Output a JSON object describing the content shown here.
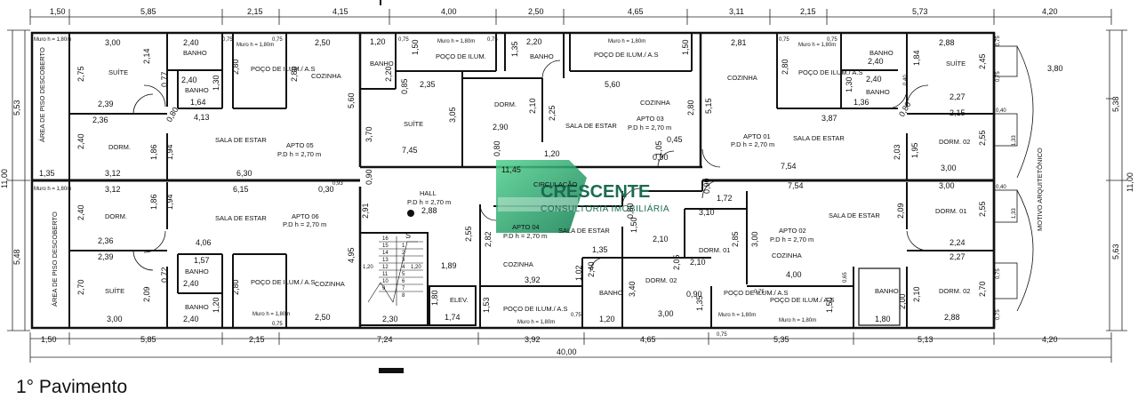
{
  "caption": "1° Pavimento",
  "watermark": {
    "brand": "CRESCENTE",
    "tagline": "CONSULTORIA IMOBILIÁRIA",
    "colors": [
      "#1aa86a",
      "#4fd08e",
      "#0d7b4d"
    ]
  },
  "dims": {
    "top": [
      "1,50",
      "5,85",
      "2,15",
      "4,15",
      "4,00",
      "2,50",
      "4,65",
      "3,11",
      "2,15",
      "5,73",
      "4,20"
    ],
    "bottom": [
      "1,50",
      "5,85",
      "2,15",
      "7,24",
      "3,92",
      "4,65",
      "5,35",
      "5,13",
      "4,20"
    ],
    "total": "40,00",
    "left": [
      "5,53",
      "11,00",
      "5,48"
    ],
    "right": [
      "3,80",
      "5,38",
      "11,00",
      "5,63"
    ]
  },
  "rooms": {
    "suite": "SUÍTE",
    "banho": "BANHO",
    "dorm": "DORM.",
    "dorm01": "DORM. 01",
    "dorm02": "DORM. 02",
    "cozinha": "COZINHA",
    "sala": "SALA DE ESTAR",
    "poco": "POÇO DE ILUM./ A.S",
    "poco2": "POÇO DE ILUM.",
    "area": "ÁREA DE PISO DESCOBERTO",
    "circulacao": "CIRCULAÇÃO",
    "hall": "HALL",
    "elev": "ELEV.",
    "motivo": "MOTIVO ARQUITETÔNICO",
    "muro": "Muro h = 1,80m"
  },
  "apts": [
    {
      "name": "APTO 05",
      "pd": "P.D h = 2,70 m"
    },
    {
      "name": "APTO 06",
      "pd": "P.D h = 2,70 m"
    },
    {
      "name": "APTO 03",
      "pd": "P.D h = 2,70 m"
    },
    {
      "name": "APTO 04",
      "pd": "P.D h = 2,70 m"
    },
    {
      "name": "APTO 01",
      "pd": "P.D h = 2,70 m"
    },
    {
      "name": "APTO 02",
      "pd": "P.D h = 2,70 m"
    }
  ],
  "hall_pd": "P.D h = 2,70 m",
  "inner": {
    "a05": [
      "3,00",
      "2,40",
      "0,75",
      "0,75",
      "2,50",
      "2,75",
      "2,14",
      "0,77",
      "2,40",
      "1,30",
      "2,80",
      "2,80",
      "1,64",
      "2,39",
      "4,13",
      "2,36",
      "0,80",
      "2,40",
      "1,86",
      "1,94",
      "3,12",
      "6,30",
      "1,35",
      "5,60"
    ],
    "a06": [
      "3,12",
      "6,15",
      "0,30",
      "0,93",
      "0,90",
      "2,40",
      "1,86",
      "1,94",
      "2,36",
      "4,06",
      "2,39",
      "1,57",
      "0,72",
      "2,40",
      "2,70",
      "2,09",
      "1,20",
      "2,40",
      "3,00",
      "2,80",
      "0,75",
      "2,50",
      "4,95",
      "2,91"
    ],
    "a03": [
      "1,20",
      "0,75",
      "1,50",
      "0,75",
      "1,35",
      "2,20",
      "1,50",
      "2,20",
      "0,85",
      "2,35",
      "3,05",
      "2,10",
      "2,25",
      "2,90",
      "0,80",
      "5,60",
      "2,80",
      "3,70",
      "7,45",
      "1,20",
      "0,45",
      "1,05",
      "0,90"
    ],
    "a04": [
      "11,45",
      "2,88",
      "2,55",
      "2,82",
      "1,89",
      "1,50",
      "0,80",
      "1,02",
      "1,35",
      "2,40",
      "1,20",
      "3,92",
      "1,53",
      "0,75",
      "1,80",
      "1,74",
      "2,30",
      "1,20"
    ],
    "a01": [
      "2,81",
      "0,75",
      "0,75",
      "2,80",
      "2,40",
      "1,30",
      "2,88",
      "1,84",
      "2,40",
      "0,40",
      "2,45",
      "1,36",
      "2,27",
      "3,87",
      "0,80",
      "2,15",
      "5,15",
      "2,03",
      "1,95",
      "2,55",
      "3,00",
      "7,54"
    ],
    "a02": [
      "7,54",
      "3,00",
      "1,72",
      "3,10",
      "0,90",
      "2,10",
      "2,85",
      "3,00",
      "2,05",
      "2,10",
      "2,09",
      "2,55",
      "2,24",
      "2,27",
      "3,40",
      "0,90",
      "1,35",
      "3,00",
      "4,00",
      "0,75",
      "0,65",
      "1,50",
      "2,00",
      "2,10",
      "2,70",
      "2,88",
      "1,80",
      "0,75"
    ],
    "side": [
      "0,40",
      "1,33",
      "0,40",
      "1,33",
      "0,75",
      "0,75",
      "0,75",
      "0,75"
    ]
  },
  "stairs": [
    "16",
    "15",
    "14",
    "13",
    "12",
    "11",
    "10",
    "9",
    "1,20",
    "1,20",
    "1",
    "2",
    "3",
    "4",
    "5",
    "6",
    "7",
    "8",
    "S"
  ]
}
